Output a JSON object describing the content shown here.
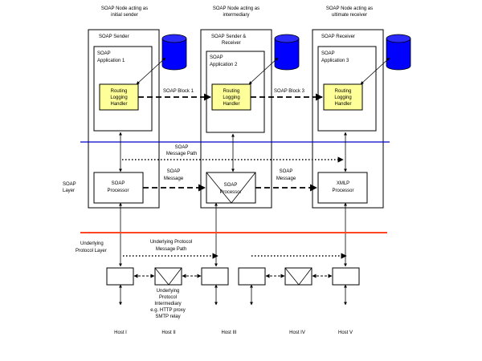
{
  "colors": {
    "soap_layer_line": "#0000cc",
    "protocol_layer_line": "#ff4422",
    "database": "#0000ff",
    "handler": "#ffff99"
  },
  "node_titles": [
    {
      "line1": "SOAP Node acting as",
      "line2": "initial sender"
    },
    {
      "line1": "SOAP Node acting as",
      "line2": "intermediary"
    },
    {
      "line1": "SOAP Node acting as",
      "line2": "ultimate receiver"
    }
  ],
  "node_boxes": [
    {
      "line1": "SOAP Sender",
      "line2": ""
    },
    {
      "line1": "SOAP Sender &",
      "line2": "Receiver"
    },
    {
      "line1": "SOAP Receiver",
      "line2": ""
    }
  ],
  "applications": [
    {
      "line1": "SOAP",
      "line2": "Application 1"
    },
    {
      "line1": "SOAP",
      "line2": "Application 2"
    },
    {
      "line1": "SOAP",
      "line2": "Application 3"
    }
  ],
  "handler": {
    "line1": "Routing",
    "line2": "Logging",
    "line3": "Handler"
  },
  "soap_blocks": [
    "SOAP Block 1",
    "SOAP Block 3"
  ],
  "processors": [
    {
      "line1": "SOAP",
      "line2": "Processor"
    },
    {
      "line1": "SOAP",
      "line2": "Processor"
    },
    {
      "line1": "XMLP",
      "line2": "Processor"
    }
  ],
  "soap_messages": [
    {
      "line1": "SOAP",
      "line2": "Message"
    },
    {
      "line1": "SOAP",
      "line2": "Message"
    }
  ],
  "message_path": {
    "line1": "SOAP",
    "line2": "Message Path"
  },
  "soap_layer": {
    "line1": "SOAP",
    "line2": "Layer"
  },
  "protocol_layer": {
    "line1": "Underlying",
    "line2": "Protocol Layer"
  },
  "protocol_path": {
    "line1": "Underlying Protocol",
    "line2": "Message Path"
  },
  "intermediary": {
    "line1": "Underlying",
    "line2": "Protocol",
    "line3": "Intermediary",
    "line4": "e.g. HTTP proxy",
    "line5": "SMTP relay"
  },
  "hosts": [
    "Host I",
    "Host II",
    "Host III",
    "Host IV",
    "Host V"
  ]
}
